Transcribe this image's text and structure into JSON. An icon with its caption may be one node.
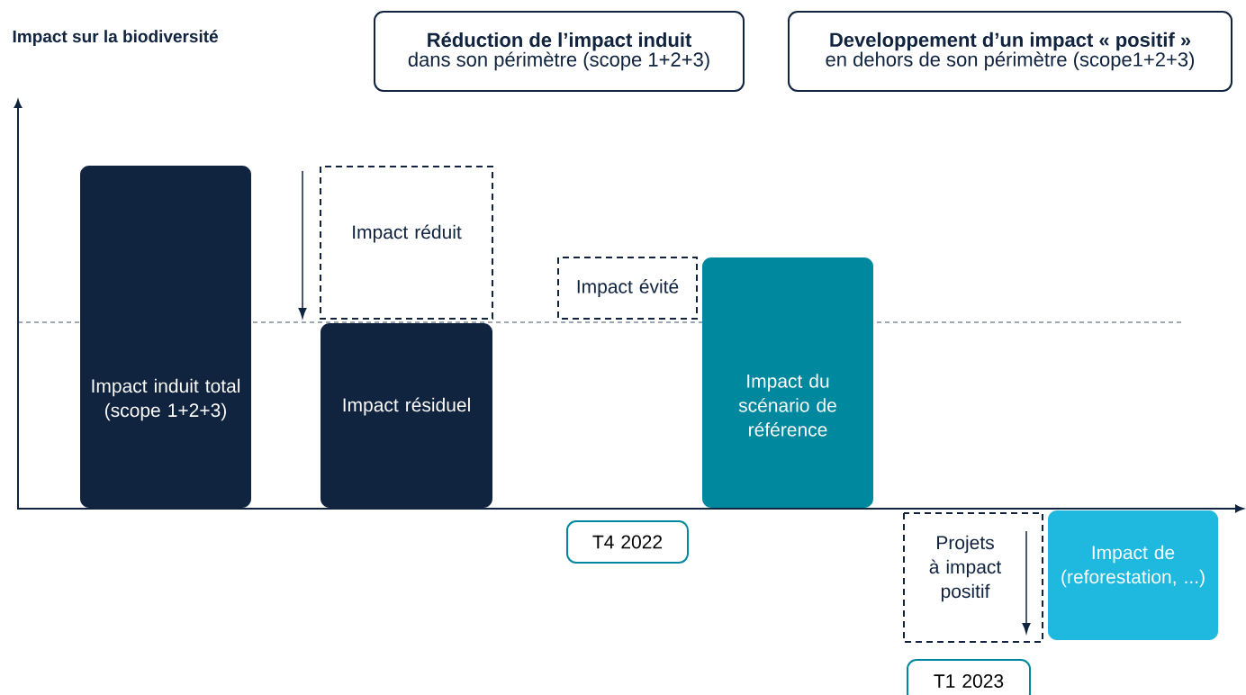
{
  "diagram": {
    "nodes": [
      {
        "text": [
          "Réduction de l’impact induit",
          "dans son périmètre (scope 1+2+3)"
        ]
      },
      {
        "text": [
          "Developpement d’un impact « positif »",
          "en dehors de son périmètre (scope1+2+3)"
        ]
      },
      {
        "text": [
          "Impact induit total (scope 1+2+3)"
        ]
      },
      {
        "text": [
          "Impact réduit"
        ]
      },
      {
        "text": [
          "Impact résiduel"
        ]
      },
      {
        "text": [
          "Impact évité"
        ]
      },
      {
        "text": [
          "Impact du scénario de référence"
        ]
      },
      {
        "text": [
          "T4 2022"
        ]
      },
      {
        "text": [
          "Projets à impact positif"
        ]
      },
      {
        "text": [
          "Impact de (reforestation, ...)"
        ]
      },
      {
        "text": [
          "T1 2023"
        ]
      }
    ],
    "labels": [
      "Impact sur la biodiversité"
    ]
  }
}
